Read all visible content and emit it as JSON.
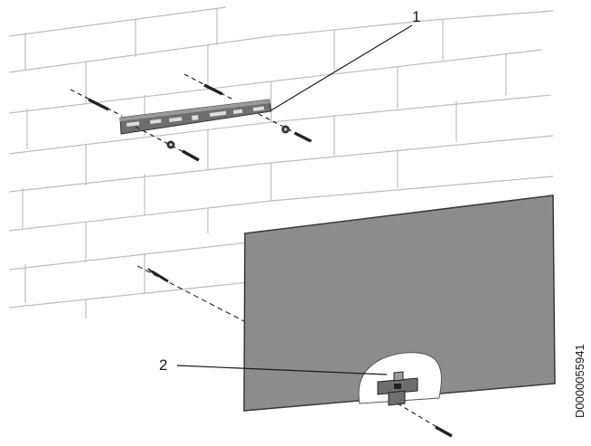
{
  "callouts": {
    "one": "1",
    "two": "2"
  },
  "document_id": "D0000055941",
  "colors": {
    "panel": "#8c8c8c",
    "bracket": "#6e6e6e",
    "brick_line": "#bdbdbd",
    "ink": "#1a1a1a"
  }
}
